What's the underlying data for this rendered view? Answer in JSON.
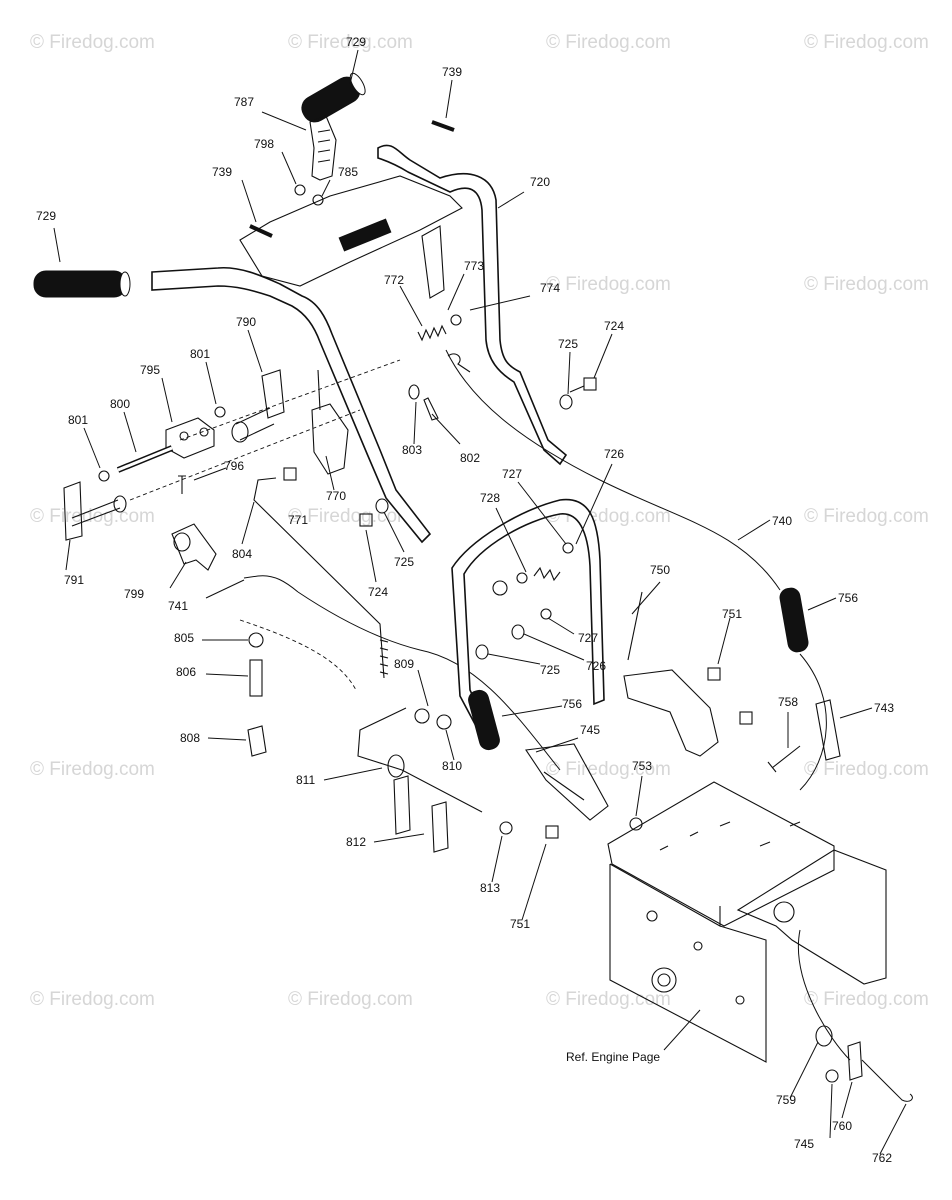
{
  "watermark": {
    "text": "Firedog.com",
    "symbol": "©"
  },
  "reference_note": "Ref. Engine Page",
  "part_labels": [
    {
      "id": "lbl-729-top",
      "text": "729"
    },
    {
      "id": "lbl-739-top",
      "text": "739"
    },
    {
      "id": "lbl-787",
      "text": "787"
    },
    {
      "id": "lbl-798",
      "text": "798"
    },
    {
      "id": "lbl-785",
      "text": "785"
    },
    {
      "id": "lbl-739-left",
      "text": "739"
    },
    {
      "id": "lbl-720",
      "text": "720"
    },
    {
      "id": "lbl-729-left",
      "text": "729"
    },
    {
      "id": "lbl-772",
      "text": "772"
    },
    {
      "id": "lbl-773",
      "text": "773"
    },
    {
      "id": "lbl-774",
      "text": "774"
    },
    {
      "id": "lbl-790",
      "text": "790"
    },
    {
      "id": "lbl-724-right",
      "text": "724"
    },
    {
      "id": "lbl-801-top",
      "text": "801"
    },
    {
      "id": "lbl-725-right",
      "text": "725"
    },
    {
      "id": "lbl-795",
      "text": "795"
    },
    {
      "id": "lbl-800",
      "text": "800"
    },
    {
      "id": "lbl-801-left",
      "text": "801"
    },
    {
      "id": "lbl-803",
      "text": "803"
    },
    {
      "id": "lbl-802",
      "text": "802"
    },
    {
      "id": "lbl-796",
      "text": "796"
    },
    {
      "id": "lbl-726-top",
      "text": "726"
    },
    {
      "id": "lbl-727-top",
      "text": "727"
    },
    {
      "id": "lbl-770",
      "text": "770"
    },
    {
      "id": "lbl-728",
      "text": "728"
    },
    {
      "id": "lbl-771",
      "text": "771"
    },
    {
      "id": "lbl-740",
      "text": "740"
    },
    {
      "id": "lbl-725-mid",
      "text": "725"
    },
    {
      "id": "lbl-791",
      "text": "791"
    },
    {
      "id": "lbl-804",
      "text": "804"
    },
    {
      "id": "lbl-799",
      "text": "799"
    },
    {
      "id": "lbl-724-mid",
      "text": "724"
    },
    {
      "id": "lbl-750",
      "text": "750"
    },
    {
      "id": "lbl-756-right",
      "text": "756"
    },
    {
      "id": "lbl-741",
      "text": "741"
    },
    {
      "id": "lbl-751-right",
      "text": "751"
    },
    {
      "id": "lbl-727-mid",
      "text": "727"
    },
    {
      "id": "lbl-805",
      "text": "805"
    },
    {
      "id": "lbl-726-mid",
      "text": "726"
    },
    {
      "id": "lbl-725-low",
      "text": "725"
    },
    {
      "id": "lbl-809",
      "text": "809"
    },
    {
      "id": "lbl-806",
      "text": "806"
    },
    {
      "id": "lbl-756-mid",
      "text": "756"
    },
    {
      "id": "lbl-758",
      "text": "758"
    },
    {
      "id": "lbl-743",
      "text": "743"
    },
    {
      "id": "lbl-745-mid",
      "text": "745"
    },
    {
      "id": "lbl-808",
      "text": "808"
    },
    {
      "id": "lbl-810",
      "text": "810"
    },
    {
      "id": "lbl-753",
      "text": "753"
    },
    {
      "id": "lbl-811",
      "text": "811"
    },
    {
      "id": "lbl-812",
      "text": "812"
    },
    {
      "id": "lbl-813",
      "text": "813"
    },
    {
      "id": "lbl-751-low",
      "text": "751"
    },
    {
      "id": "lbl-759",
      "text": "759"
    },
    {
      "id": "lbl-760",
      "text": "760"
    },
    {
      "id": "lbl-745-low",
      "text": "745"
    },
    {
      "id": "lbl-762",
      "text": "762"
    }
  ]
}
